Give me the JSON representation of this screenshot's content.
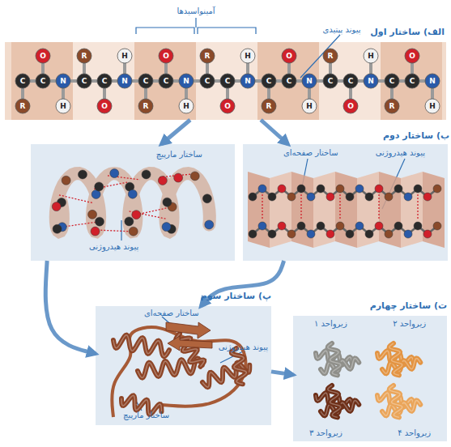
{
  "diagram": {
    "nodes": [
      {
        "text": [
          "الف) ساختار اول"
        ]
      },
      {
        "text": [
          "ساختار مارپیچ",
          "پیوند هیدروژنی"
        ]
      },
      {
        "text": [
          "ساختار صفحه‌ای",
          "پیوند هیدروژنی"
        ]
      },
      {
        "text": [
          "پ) ساختار سوم",
          "ساختار صفحه‌ای",
          "پیوند هیدروژنی",
          "ساختار مارپیچ"
        ]
      },
      {
        "text": [
          "ت) ساختار چهارم",
          "زیرواحد ۱",
          "زیرواحد ۲",
          "زیرواحد ۳",
          "زیرواحد ۴"
        ]
      }
    ],
    "edges": [
      {
        "from": 0,
        "to": 1,
        "arrow": "to"
      },
      {
        "from": 0,
        "to": 2,
        "arrow": "to"
      },
      {
        "from": 1,
        "to": 3,
        "arrow": "to"
      },
      {
        "from": 2,
        "to": 3,
        "arrow": "to"
      },
      {
        "from": 3,
        "to": 4,
        "arrow": "to"
      }
    ],
    "labels": [
      "آمینواسیدها",
      "پیوند پپتیدی",
      "ب) ساختار دوم",
      "C",
      "R",
      "C",
      "O",
      "N",
      "H",
      "C",
      "R",
      "C",
      "O",
      "N",
      "H",
      "C",
      "R",
      "C",
      "O",
      "N",
      "H",
      "C",
      "R",
      "C",
      "O",
      "N",
      "H",
      "C",
      "R",
      "C",
      "O",
      "N",
      "H",
      "C",
      "R",
      "C",
      "O",
      "N",
      "H",
      "C",
      "R",
      "C",
      "O",
      "N",
      "H"
    ]
  }
}
